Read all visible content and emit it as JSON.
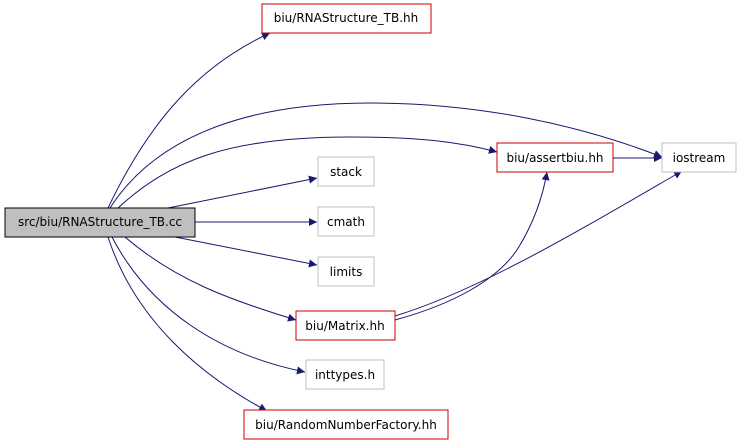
{
  "diagram": {
    "colors": {
      "edge": "#191970",
      "border_default": "#bfbfbf",
      "border_linked": "#cc0000",
      "border_root": "#000000",
      "fill_root": "#bfbfbf",
      "fill_default": "#ffffff"
    },
    "nodes": {
      "root": {
        "label": "src/biu/RNAStructure_TB.cc",
        "kind": "root"
      },
      "rnastructure_hh": {
        "label": "biu/RNAStructure_TB.hh",
        "kind": "linked"
      },
      "assertbiu": {
        "label": "biu/assertbiu.hh",
        "kind": "linked"
      },
      "iostream": {
        "label": "iostream",
        "kind": "plain"
      },
      "stack": {
        "label": "stack",
        "kind": "plain"
      },
      "cmath": {
        "label": "cmath",
        "kind": "plain"
      },
      "limits": {
        "label": "limits",
        "kind": "plain"
      },
      "matrix": {
        "label": "biu/Matrix.hh",
        "kind": "linked"
      },
      "inttypes": {
        "label": "inttypes.h",
        "kind": "plain"
      },
      "randomfactory": {
        "label": "biu/RandomNumberFactory.hh",
        "kind": "linked"
      }
    },
    "edges": [
      {
        "from": "root",
        "to": "rnastructure_hh"
      },
      {
        "from": "root",
        "to": "iostream"
      },
      {
        "from": "root",
        "to": "assertbiu"
      },
      {
        "from": "root",
        "to": "stack"
      },
      {
        "from": "root",
        "to": "cmath"
      },
      {
        "from": "root",
        "to": "limits"
      },
      {
        "from": "root",
        "to": "matrix"
      },
      {
        "from": "root",
        "to": "inttypes"
      },
      {
        "from": "root",
        "to": "randomfactory"
      },
      {
        "from": "assertbiu",
        "to": "iostream"
      },
      {
        "from": "matrix",
        "to": "assertbiu"
      },
      {
        "from": "matrix",
        "to": "iostream"
      }
    ]
  }
}
